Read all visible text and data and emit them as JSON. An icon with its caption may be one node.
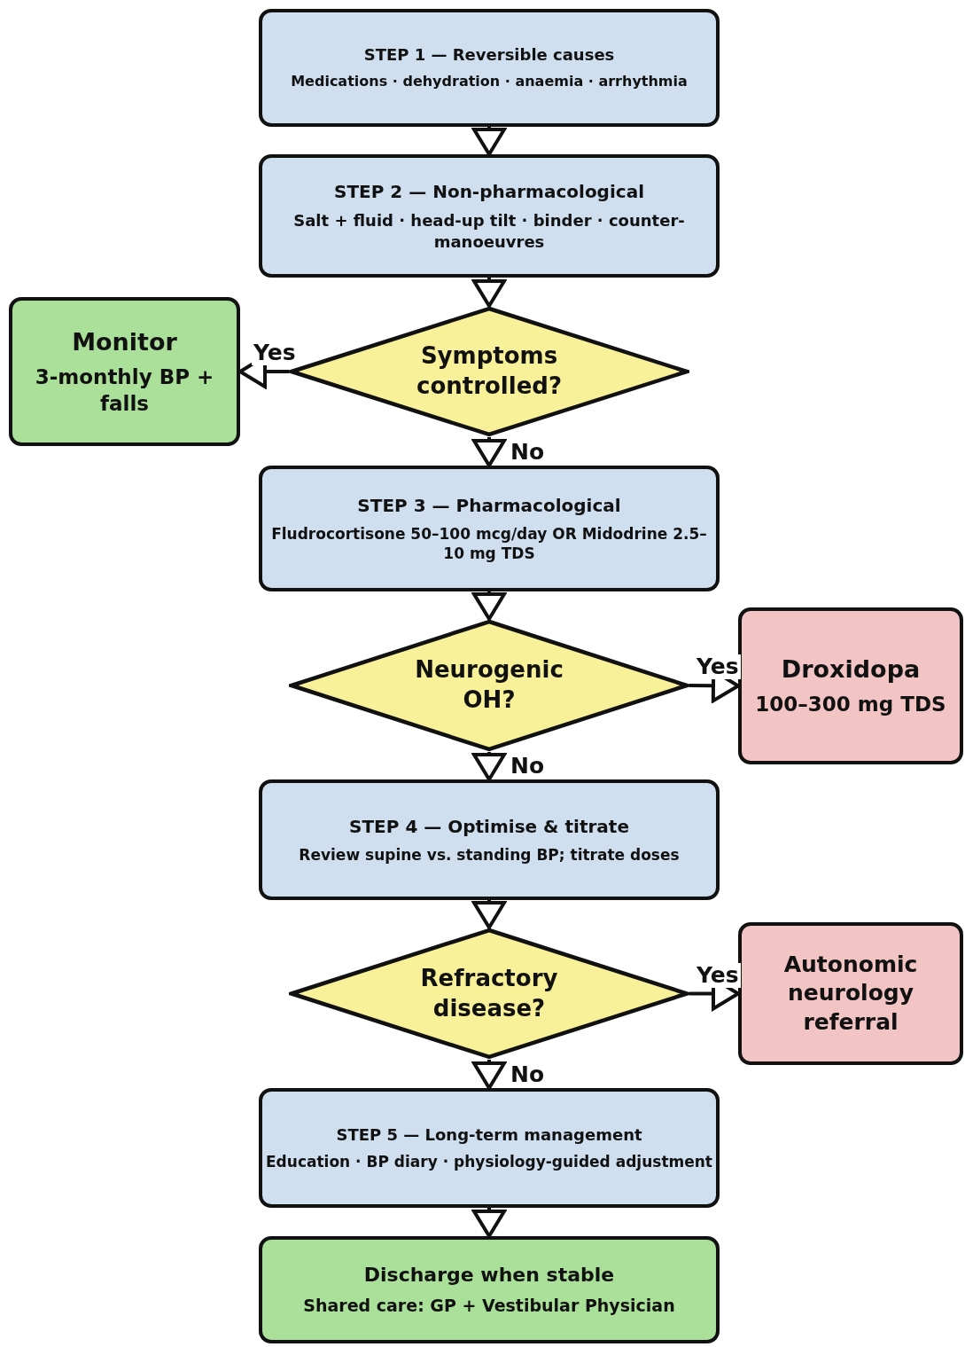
{
  "diagram": {
    "nodes": [
      {
        "text": [
          "STEP 1 — Reversible causes",
          "Medications · dehydration · anaemia · arrhythmia"
        ]
      },
      {
        "text": [
          "STEP 2 — Non-pharmacological",
          "Salt + fluid · head-up tilt · binder · counter-manoeuvres"
        ]
      },
      {
        "text": [
          "Monitor",
          "3-monthly BP + falls"
        ]
      },
      {
        "text": [
          "Symptoms controlled?"
        ]
      },
      {
        "text": [
          "STEP 3 — Pharmacological",
          "Fludrocortisone 50–100 mcg/day OR Midodrine 2.5–10 mg TDS"
        ]
      },
      {
        "text": [
          "Neurogenic OH?"
        ]
      },
      {
        "text": [
          "Droxidopa",
          "100–300 mg TDS"
        ]
      },
      {
        "text": [
          "STEP 4 — Optimise & titrate",
          "Review supine vs. standing BP; titrate doses"
        ]
      },
      {
        "text": [
          "Refractory disease?"
        ]
      },
      {
        "text": [
          "Autonomic neurology referral"
        ]
      },
      {
        "text": [
          "STEP 5 — Long-term management",
          "Education · BP diary · physiology-guided adjustment"
        ]
      },
      {
        "text": [
          "Discharge when stable",
          "Shared care: GP + Vestibular Physician"
        ]
      }
    ],
    "edges": [
      {
        "from": 0,
        "to": 1,
        "arrow": "to"
      },
      {
        "from": 1,
        "to": 3,
        "arrow": "to"
      },
      {
        "from": 3,
        "to": 2,
        "arrow": "to",
        "label": "Yes"
      },
      {
        "from": 3,
        "to": 4,
        "arrow": "to",
        "label": "No"
      },
      {
        "from": 4,
        "to": 5,
        "arrow": "to"
      },
      {
        "from": 5,
        "to": 6,
        "arrow": "to",
        "label": "Yes"
      },
      {
        "from": 5,
        "to": 7,
        "arrow": "to",
        "label": "No"
      },
      {
        "from": 7,
        "to": 8,
        "arrow": "to"
      },
      {
        "from": 8,
        "to": 9,
        "arrow": "to",
        "label": "Yes"
      },
      {
        "from": 8,
        "to": 10,
        "arrow": "to",
        "label": "No"
      },
      {
        "from": 10,
        "to": 11,
        "arrow": "to"
      }
    ]
  }
}
